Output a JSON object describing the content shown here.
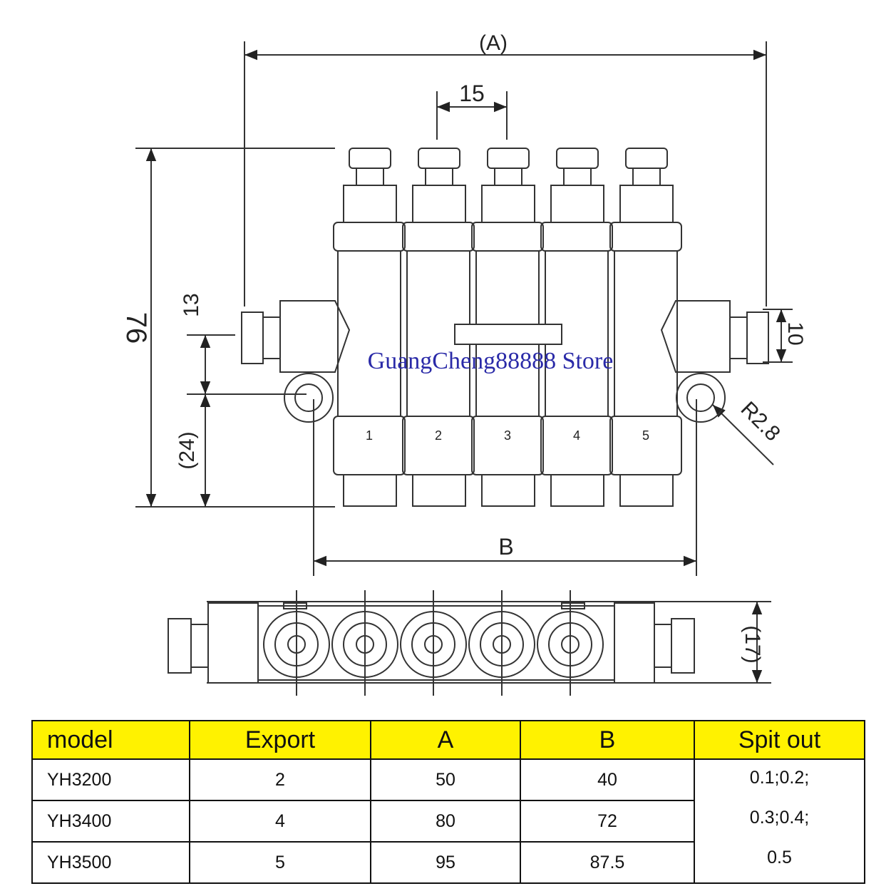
{
  "drawing": {
    "dim_A": "(A)",
    "dim_15": "15",
    "dim_76": "76",
    "dim_13": "13",
    "dim_24": "(24)",
    "dim_10": "10",
    "dim_R": "R2.8",
    "dim_B": "B",
    "dim_17": "(17)",
    "outlets": [
      "1",
      "2",
      "3",
      "4",
      "5"
    ],
    "watermark": "GuangCheng88888 Store"
  },
  "table": {
    "headers": [
      "model",
      "Export",
      "A",
      "B",
      "Spit out"
    ],
    "rows": [
      {
        "model": "YH3200",
        "export": "2",
        "a": "50",
        "b": "40"
      },
      {
        "model": "YH3400",
        "export": "4",
        "a": "80",
        "b": "72"
      },
      {
        "model": "YH3500",
        "export": "5",
        "a": "95",
        "b": "87.5"
      }
    ],
    "spit_out": [
      "0.1;0.2;",
      "0.3;0.4;",
      "0.5"
    ],
    "header_color": "#fff200"
  }
}
